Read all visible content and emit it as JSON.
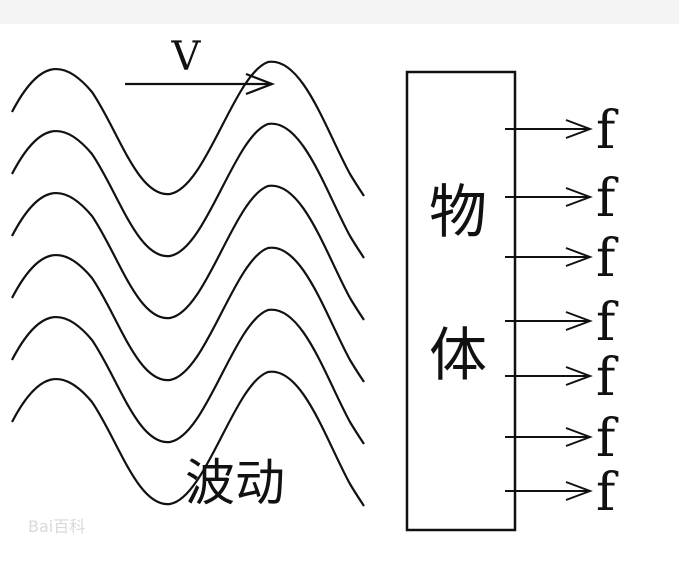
{
  "labels": {
    "velocity": "V",
    "wave": "波动",
    "object_line1": "物",
    "object_line2": "体",
    "force": "f"
  },
  "force_arrow_count": 7,
  "wave_line_count": 6,
  "watermark": "Bai百科"
}
